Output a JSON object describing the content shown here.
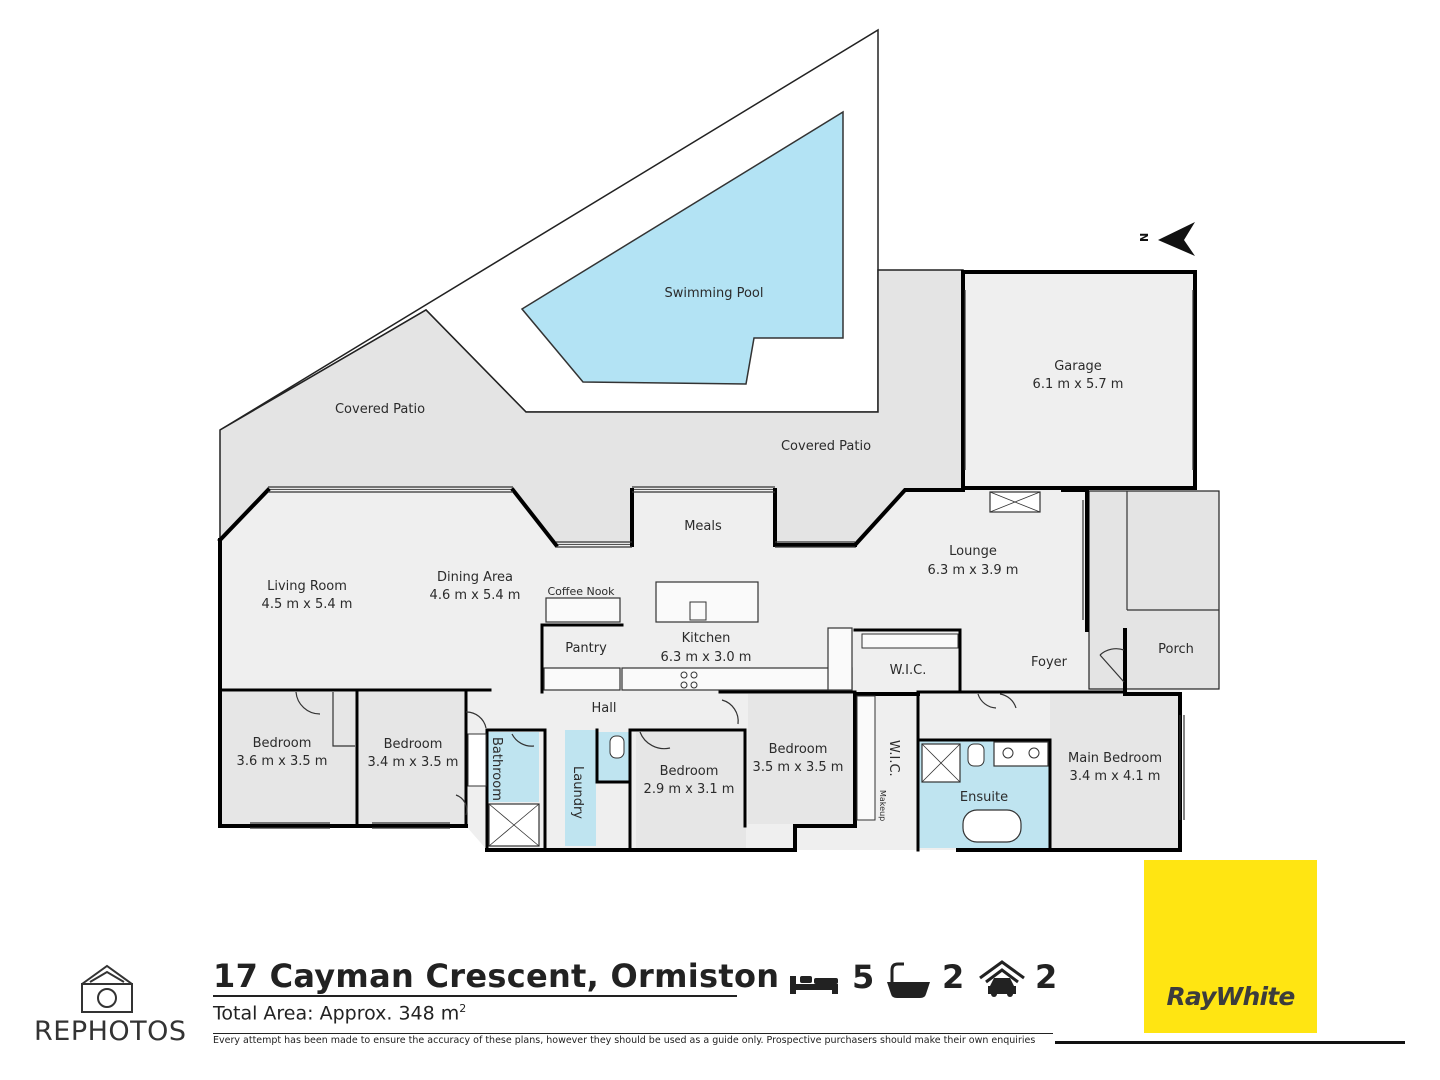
{
  "rooms": {
    "swimming_pool": "Swimming Pool",
    "covered_patio_left": "Covered Patio",
    "covered_patio_right": "Covered Patio",
    "garage": {
      "name": "Garage",
      "size": "6.1 m x 5.7 m"
    },
    "living_room": {
      "name": "Living Room",
      "size": "4.5 m x 5.4 m"
    },
    "dining_area": {
      "name": "Dining Area",
      "size": "4.6 m x 5.4 m"
    },
    "meals": "Meals",
    "coffee_nook": "Coffee Nook",
    "pantry": "Pantry",
    "kitchen": {
      "name": "Kitchen",
      "size": "6.3 m x 3.0 m"
    },
    "lounge": {
      "name": "Lounge",
      "size": "6.3 m x 3.9 m"
    },
    "wic_top": "W.I.C.",
    "foyer": "Foyer",
    "porch": "Porch",
    "hall": "Hall",
    "bedroom_1": {
      "name": "Bedroom",
      "size": "3.6 m x 3.5 m"
    },
    "bedroom_2": {
      "name": "Bedroom",
      "size": "3.4 m x 3.5 m"
    },
    "bathroom": "Bathroom",
    "laundry": "Laundry",
    "bedroom_3": {
      "name": "Bedroom",
      "size": "2.9 m x 3.1 m"
    },
    "bedroom_4": {
      "name": "Bedroom",
      "size": "3.5 m x 3.5 m"
    },
    "wic_vertical": "W.I.C.",
    "makeup": "Makeup",
    "ensuite": "Ensuite",
    "main_bedroom": {
      "name": "Main Bedroom",
      "size": "3.4 m x 4.1 m"
    }
  },
  "compass": {
    "label": "N"
  },
  "listing": {
    "address": "17 Cayman Crescent, Ormiston",
    "area_text": "Total Area: Approx. 348 m",
    "area_sup": "2",
    "bedrooms": "5",
    "bathrooms": "2",
    "garages": "2",
    "disclaimer": "Every attempt has been made to ensure the accuracy of these plans, however they should be used as a guide only.  Prospective purchasers should make their own enquiries"
  },
  "branding": {
    "agency": "RayWhite",
    "studio": "REPHOTOS",
    "agency_color": "#ffe512"
  },
  "colors": {
    "floor": "#efefef",
    "pool": "#b3e3f4",
    "wet_area": "#bfe4f0"
  }
}
